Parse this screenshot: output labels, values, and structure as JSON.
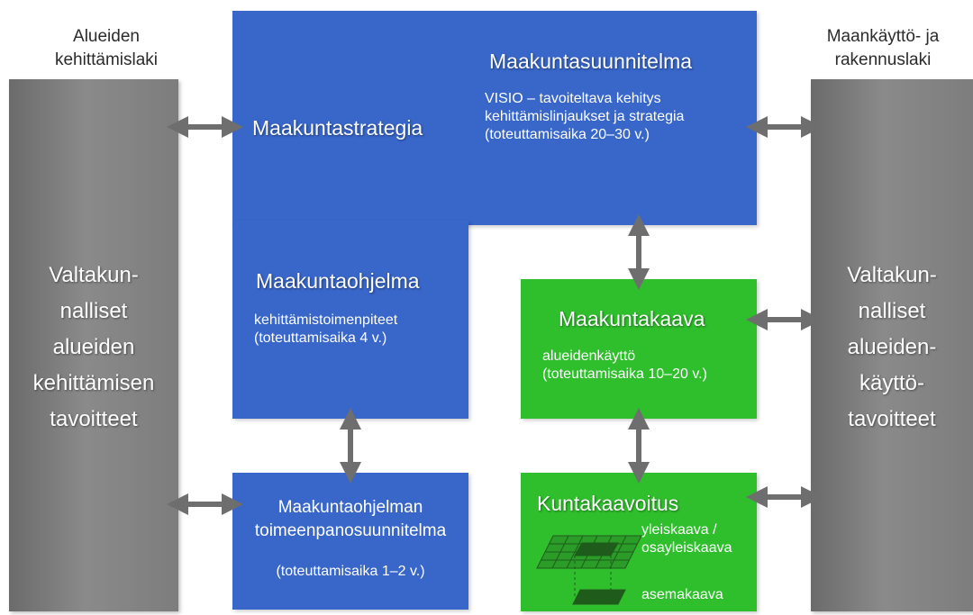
{
  "laws": {
    "left": [
      "Alueiden",
      "kehittämislaki"
    ],
    "right": [
      "Maankäyttö-  ja",
      "rakennuslaki"
    ]
  },
  "side_boxes": {
    "left": [
      "Valtakun-",
      "nalliset",
      "alueiden",
      "kehittämisen",
      "tavoitteet"
    ],
    "right": [
      "Valtakun-",
      "nalliset",
      "alueiden-",
      "käyttö-",
      "tavoitteet"
    ]
  },
  "maakuntasuunnitelma": {
    "title": "Maakuntasuunnitelma",
    "lines": [
      "VISIO  – tavoiteltava kehitys",
      "kehittämislinjaukset ja strategia",
      "(toteuttamisaika 20–30 v.)"
    ]
  },
  "maakuntastrategia": {
    "title": "Maakuntastrategia"
  },
  "maakuntaohjelma": {
    "title": "Maakuntaohjelma",
    "lines": [
      "kehittämistoimenpiteet",
      "(toteuttamisaika 4 v.)"
    ]
  },
  "toimeenpano": {
    "title_lines": [
      "Maakuntaohjelman",
      "toimeenpanosuunnitelma"
    ],
    "note": "(toteuttamisaika 1–2 v.)"
  },
  "maakuntakaava": {
    "title": "Maakuntakaava",
    "lines": [
      "alueidenkäyttö",
      "(toteuttamisaika 10–20 v.)"
    ]
  },
  "kuntakaavoitus": {
    "title": "Kuntakaavoitus",
    "yleiskaava_lines": [
      "yleiskaava /",
      "osayleiskaava"
    ],
    "asemakaava": "asemakaava"
  },
  "colors": {
    "blue": "#3866c9",
    "green": "#2fbe2c",
    "grey": "#7d7d7d",
    "arrow": "#6e6e6e"
  }
}
